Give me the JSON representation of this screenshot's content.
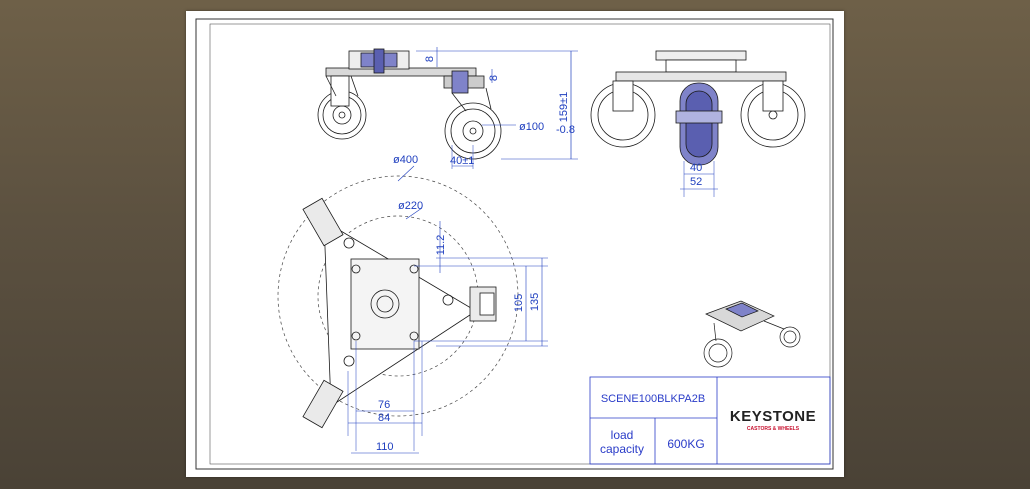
{
  "drawing": {
    "dimensions": {
      "top_height": "159±1",
      "wheel_dia": "ø100",
      "wheel_tol": "-0.8",
      "offset": "40±1",
      "plate_thk_1": "8",
      "plate_thk_2": "8",
      "width_40": "40",
      "width_52": "52",
      "circle_400": "ø400",
      "circle_220": "ø220",
      "dim_11_2": "11.2",
      "dim_105": "105",
      "dim_135": "135",
      "dim_76": "76",
      "dim_84": "84",
      "dim_110": "110"
    },
    "title_block": {
      "part_number": "SCENE100BLKPA2B",
      "load_label": "load capacity",
      "load_label_line1": "load",
      "load_label_line2": "capacity",
      "load_value": "600KG",
      "brand": "KEYSTONE",
      "brand_tagline": "CASTORS & WHEELS"
    }
  },
  "colors": {
    "line": "#1a1a1a",
    "dimension": "#1f3fbf",
    "part_fill": "#7f83c9",
    "brand_red": "#c8102e"
  }
}
